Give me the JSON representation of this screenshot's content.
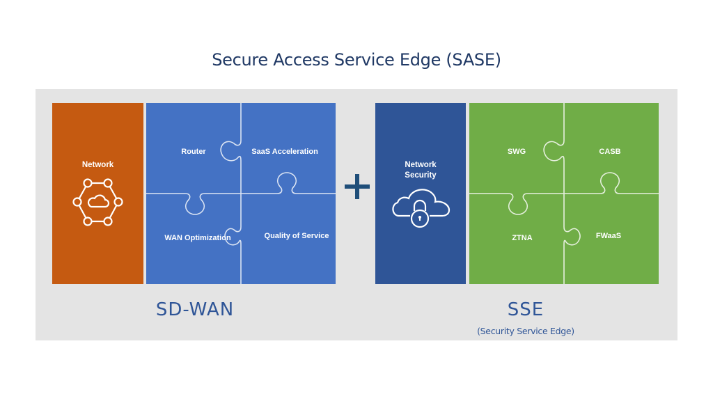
{
  "title": "Secure Access Service Edge (SASE)",
  "colors": {
    "title": "#1f3864",
    "panel": "#e4e4e4",
    "network": "#c55a11",
    "sdwan_puzzle": "#4472c4",
    "network_security": "#2f5597",
    "sse_puzzle": "#70ad47",
    "section_label": "#2f5597",
    "plus": "#1f4e79"
  },
  "left_group": {
    "block": {
      "label": "Network",
      "icon": "network-cloud-icon"
    },
    "puzzle_pieces": [
      "Router",
      "SaaS Acceleration",
      "WAN Optimization",
      "Quality of Service"
    ],
    "section_label": "SD-WAN"
  },
  "operator": "+",
  "right_group": {
    "block": {
      "label_line1": "Network",
      "label_line2": "Security",
      "icon": "cloud-lock-icon"
    },
    "puzzle_pieces": [
      "SWG",
      "CASB",
      "ZTNA",
      "FWaaS"
    ],
    "section_label": "SSE",
    "section_sublabel": "(Security Service Edge)"
  }
}
